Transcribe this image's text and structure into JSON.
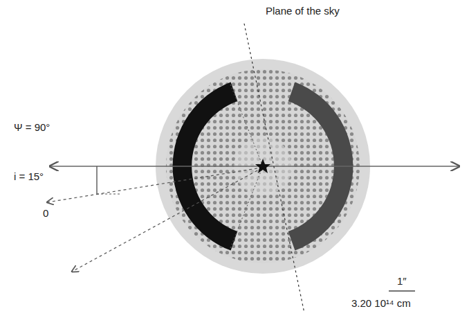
{
  "diagram": {
    "labels": [
      "Plane of the sky",
      "Ψ = 90°",
      "i = 15°",
      "0",
      "1″",
      "3.20 10¹⁴ cm"
    ]
  }
}
